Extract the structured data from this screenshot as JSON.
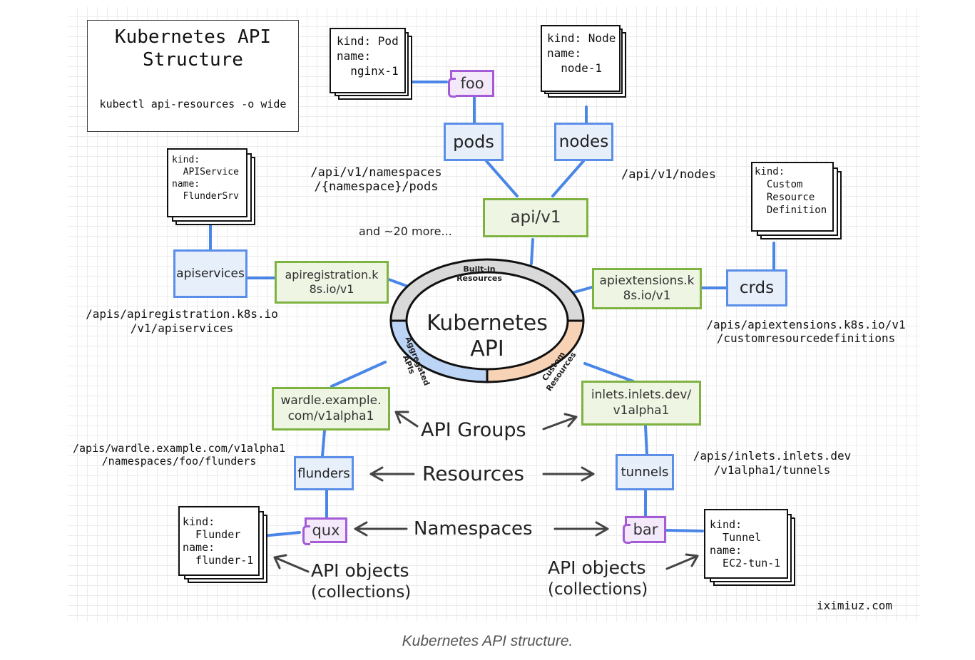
{
  "title": {
    "heading_line1": "Kubernetes API",
    "heading_line2": "Structure",
    "command": "kubectl api-resources -o wide"
  },
  "core": {
    "center_line1": "Kubernetes",
    "center_line2": "API",
    "ring": {
      "builtin_line1": "Built-in",
      "builtin_line2": "Resources",
      "aggregated_line1": "Aggregated",
      "aggregated_line2": "APIs",
      "custom_line1": "Custom",
      "custom_line2": "Resources"
    }
  },
  "objects": {
    "pod": {
      "l1": "kind: Pod",
      "l2": "name:",
      "l3": "  nginx-1"
    },
    "node": {
      "l1": "kind: Node",
      "l2": "name:",
      "l3": "  node-1"
    },
    "apiservice": {
      "l1": "kind:",
      "l2": "  APIService",
      "l3": "name:",
      "l4": "  FlunderSrv"
    },
    "crd": {
      "l1": "kind:",
      "l2": "  Custom",
      "l3": "  Resource",
      "l4": "  Definition"
    },
    "flunder": {
      "l1": "kind:",
      "l2": "  Flunder",
      "l3": "name:",
      "l4": "  flunder-1"
    },
    "tunnel": {
      "l1": "kind:",
      "l2": "  Tunnel",
      "l3": "name:",
      "l4": "  EC2-tun-1"
    }
  },
  "namespaces": {
    "foo": "foo",
    "qux": "qux",
    "bar": "bar"
  },
  "resources": {
    "pods": "pods",
    "nodes": "nodes",
    "apiservices": "apiservices",
    "crds": "crds",
    "flunders": "flunders",
    "tunnels": "tunnels"
  },
  "groups": {
    "core": "api/v1",
    "apiregistration": "apiregistration.k8s.io/v1",
    "apiextensions": "apiextensions.k8s.io/v1",
    "wardle": "wardle.example.com/v1alpha1",
    "inlets": "inlets.inlets.dev/v1alpha1"
  },
  "paths": {
    "pods_l1": "/api/v1/namespaces",
    "pods_l2": "/{namespace}/pods",
    "nodes": "/api/v1/nodes",
    "apiservices_l1": "/apis/apiregistration.k8s.io",
    "apiservices_l2": "/v1/apiservices",
    "crds_l1": "/apis/apiextensions.k8s.io/v1",
    "crds_l2": "/customresourcedefinitions",
    "flunders_l1": "/apis/wardle.example.com/v1alpha1",
    "flunders_l2": "/namespaces/foo/flunders",
    "tunnels_l1": "/apis/inlets.inlets.dev",
    "tunnels_l2": "/v1alpha1/tunnels"
  },
  "labels": {
    "and_more": "and ~20 more...",
    "api_groups": "API Groups",
    "resources": "Resources",
    "namespaces": "Namespaces",
    "api_objects_left_l1": "API objects",
    "api_objects_left_l2": "(collections)",
    "api_objects_right_l1": "API objects",
    "api_objects_right_l2": "(collections)",
    "credit": "iximiuz.com"
  },
  "caption": "Kubernetes API structure.",
  "colors": {
    "resource_border": "#5a8ee8",
    "resource_fill": "#e7effb",
    "group_border": "#7fb341",
    "group_fill": "#eef5e3",
    "namespace_border": "#a45bd6",
    "namespace_fill": "#f3e9fb",
    "ring_builtin": "#d9d9d9",
    "ring_aggregated": "#bcd4f6",
    "ring_custom": "#f8d2b4"
  }
}
